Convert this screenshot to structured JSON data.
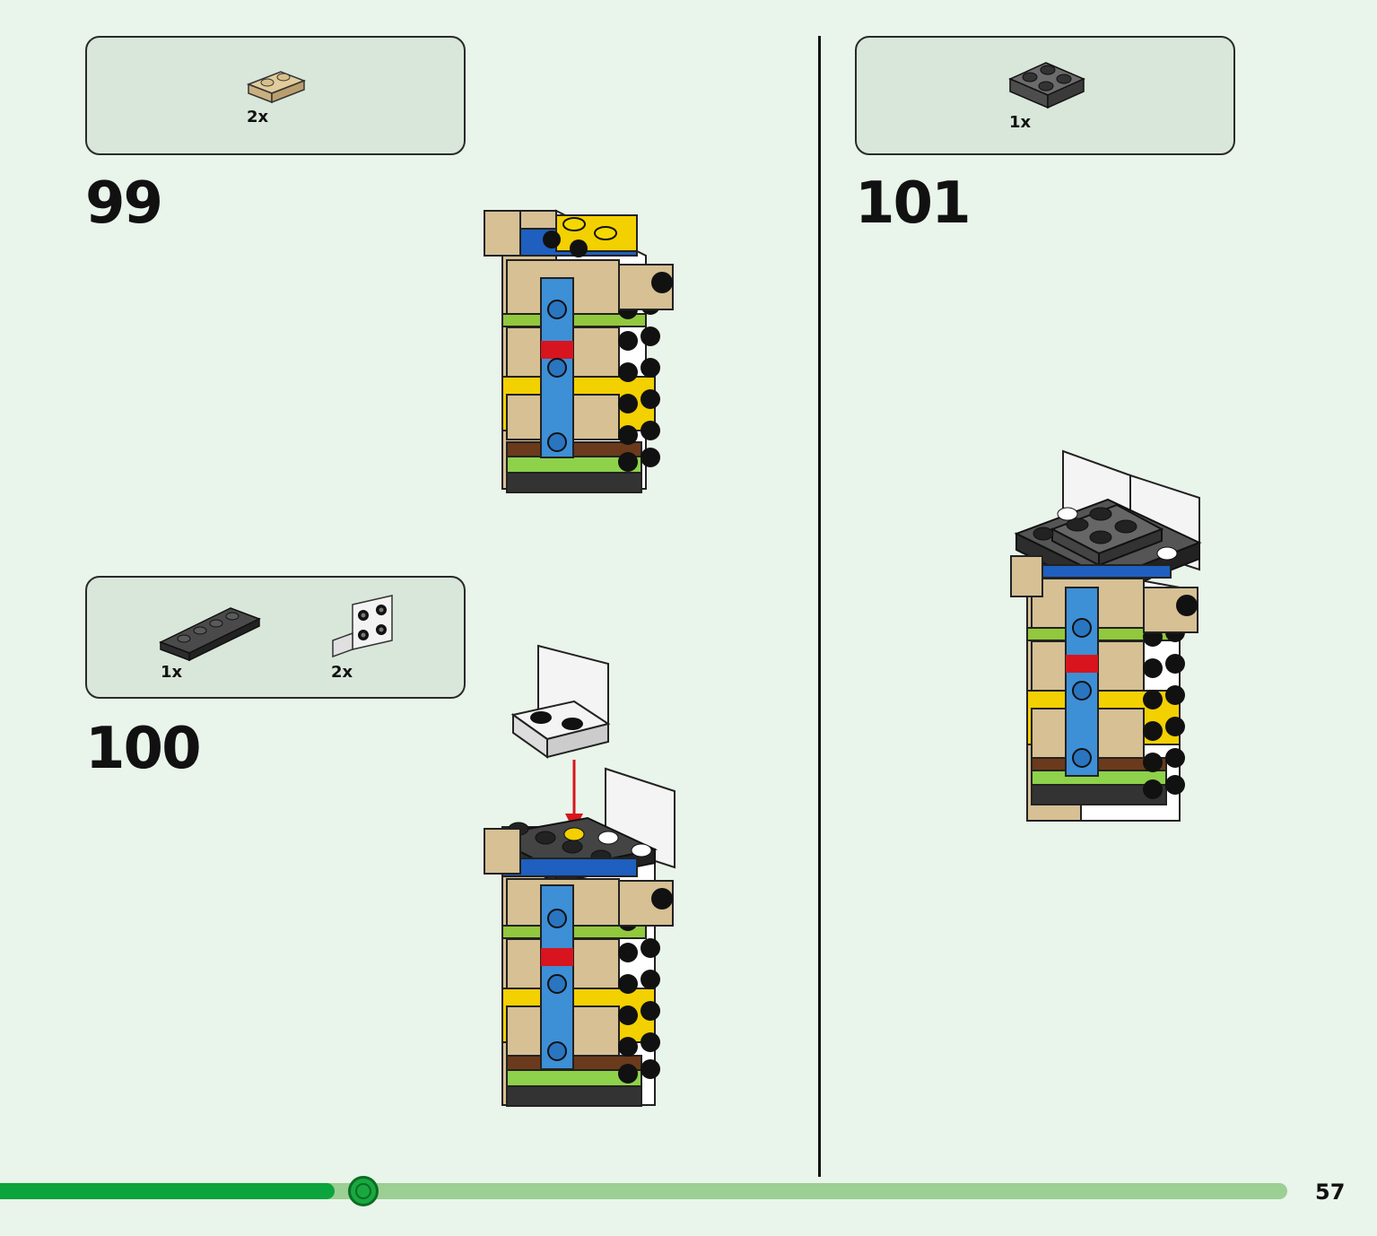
{
  "steps": [
    {
      "number": "99",
      "parts": [
        {
          "name": "tan-plate-1x2",
          "qty": "2x"
        }
      ]
    },
    {
      "number": "100",
      "parts": [
        {
          "name": "dark-gray-plate-1x4",
          "qty": "1x"
        },
        {
          "name": "white-bracket",
          "qty": "2x"
        }
      ]
    },
    {
      "number": "101",
      "parts": [
        {
          "name": "dark-gray-plate-2x2",
          "qty": "1x"
        }
      ]
    }
  ],
  "progress": {
    "fraction": 0.26
  },
  "page_number": "57",
  "colors": {
    "background": "#e9f4ea",
    "parts_box": "#d9e6da",
    "progress_fill": "#0ca43c",
    "progress_track": "#9ccf93"
  }
}
